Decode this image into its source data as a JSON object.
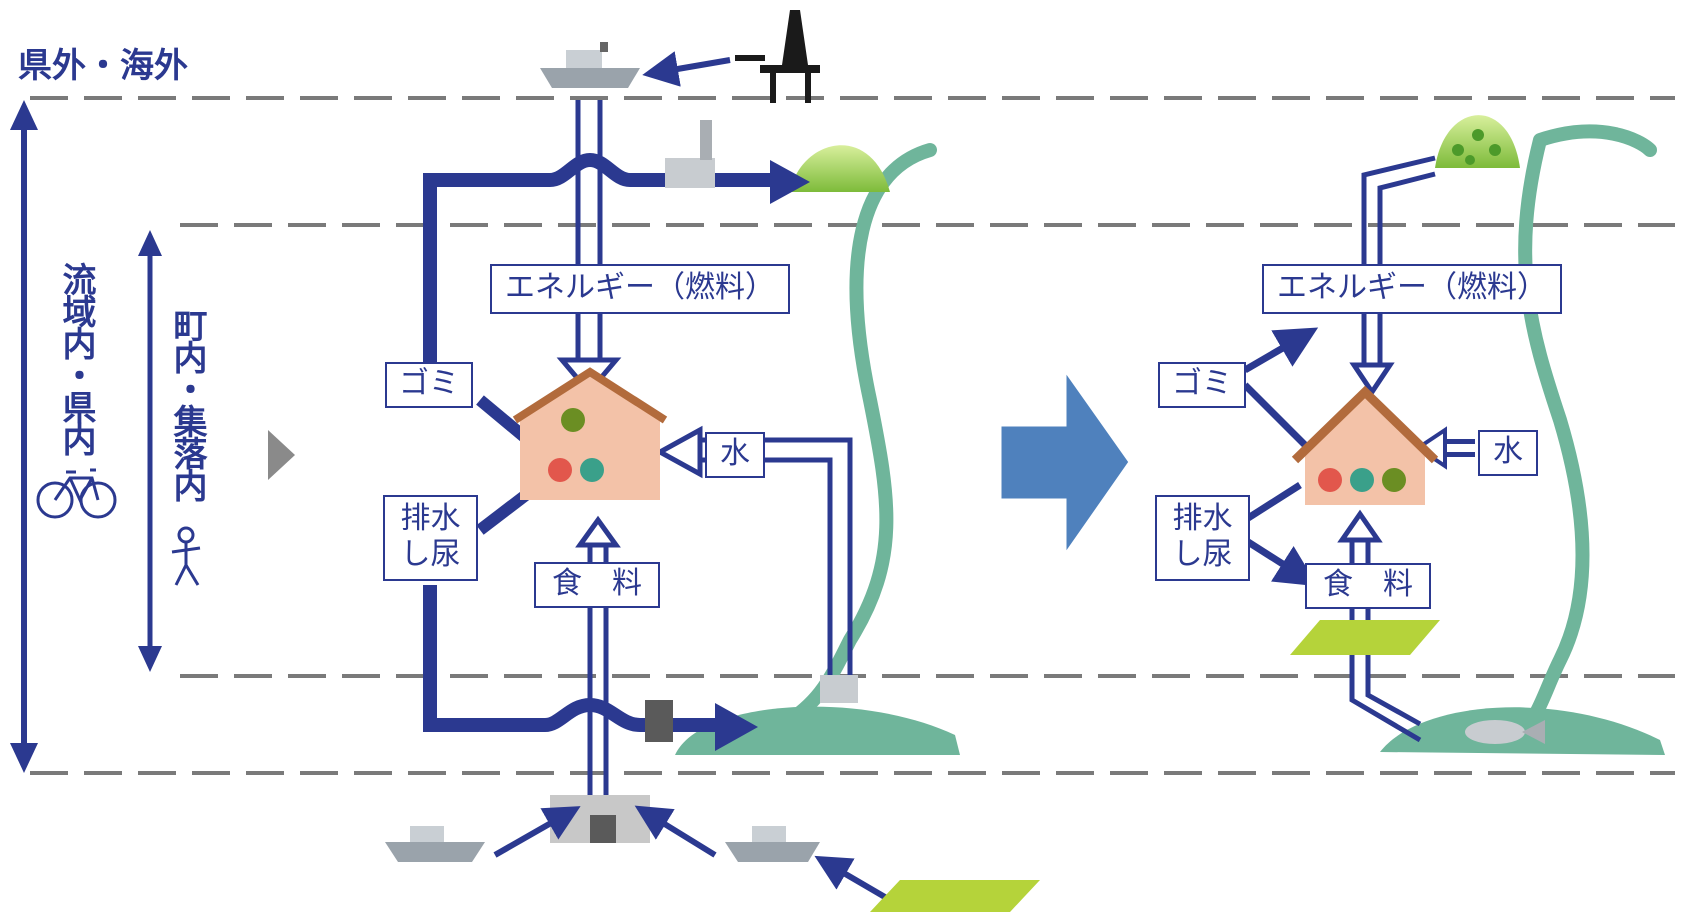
{
  "zones": {
    "outside": "県外・海外",
    "basin": "流域内・県内",
    "town": "町内・集落内"
  },
  "left_panel": {
    "energy": "エネルギー（燃料）",
    "waste": "ゴミ",
    "water": "水",
    "sewage": "排水\nし尿",
    "food": "食　料"
  },
  "right_panel": {
    "energy": "エネルギー（燃料）",
    "waste": "ゴミ",
    "water": "水",
    "sewage": "排水\nし尿",
    "food": "食　料"
  },
  "colors": {
    "flow": "#2b3990",
    "river": "#6fb59b",
    "hill": "#8cc63f",
    "big_arrow": "#4f81bd"
  }
}
